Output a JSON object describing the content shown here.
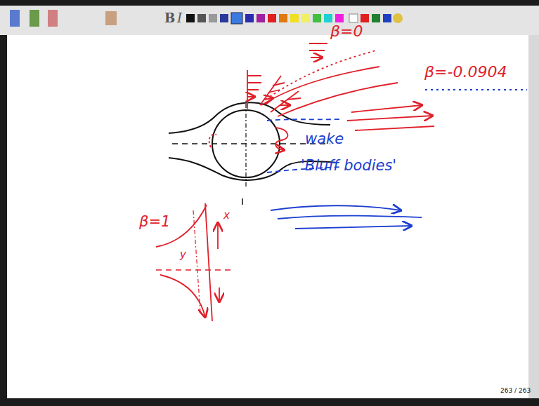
{
  "diagram": {
    "labels": [
      "β=0",
      "β=-0.0904",
      "wake",
      "'Bluff bodies'",
      "β=1",
      "x",
      "y",
      "263 / 263",
      "B",
      "I"
    ]
  }
}
